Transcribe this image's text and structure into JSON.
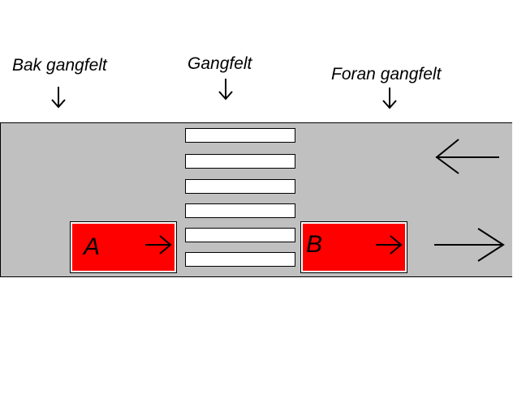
{
  "labels": {
    "behind": "Bak gangfelt",
    "crossing": "Gangfelt",
    "ahead": "Foran gangfelt"
  },
  "cars": [
    {
      "name": "A"
    },
    {
      "name": "B"
    }
  ],
  "colors": {
    "road": "#c0c0c0",
    "car": "#ff0000",
    "stripe": "#ffffff"
  },
  "icons": {
    "label_pointer": "down-arrow-icon",
    "car_direction": "right-arrow-icon",
    "lane_top": "left-arrow-icon",
    "lane_bottom": "right-arrow-icon"
  }
}
